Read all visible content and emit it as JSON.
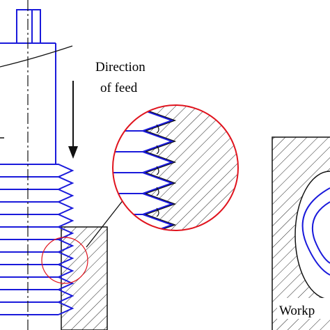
{
  "labels": {
    "direction_line1": "Direction",
    "direction_line2": "of feed",
    "workpiece": "Workp"
  },
  "colors": {
    "tool_blue": "#1a1adb",
    "magnifier_red": "#e0141e",
    "outline": "#111111",
    "hatch": "#222222",
    "background": "#ffffff"
  }
}
